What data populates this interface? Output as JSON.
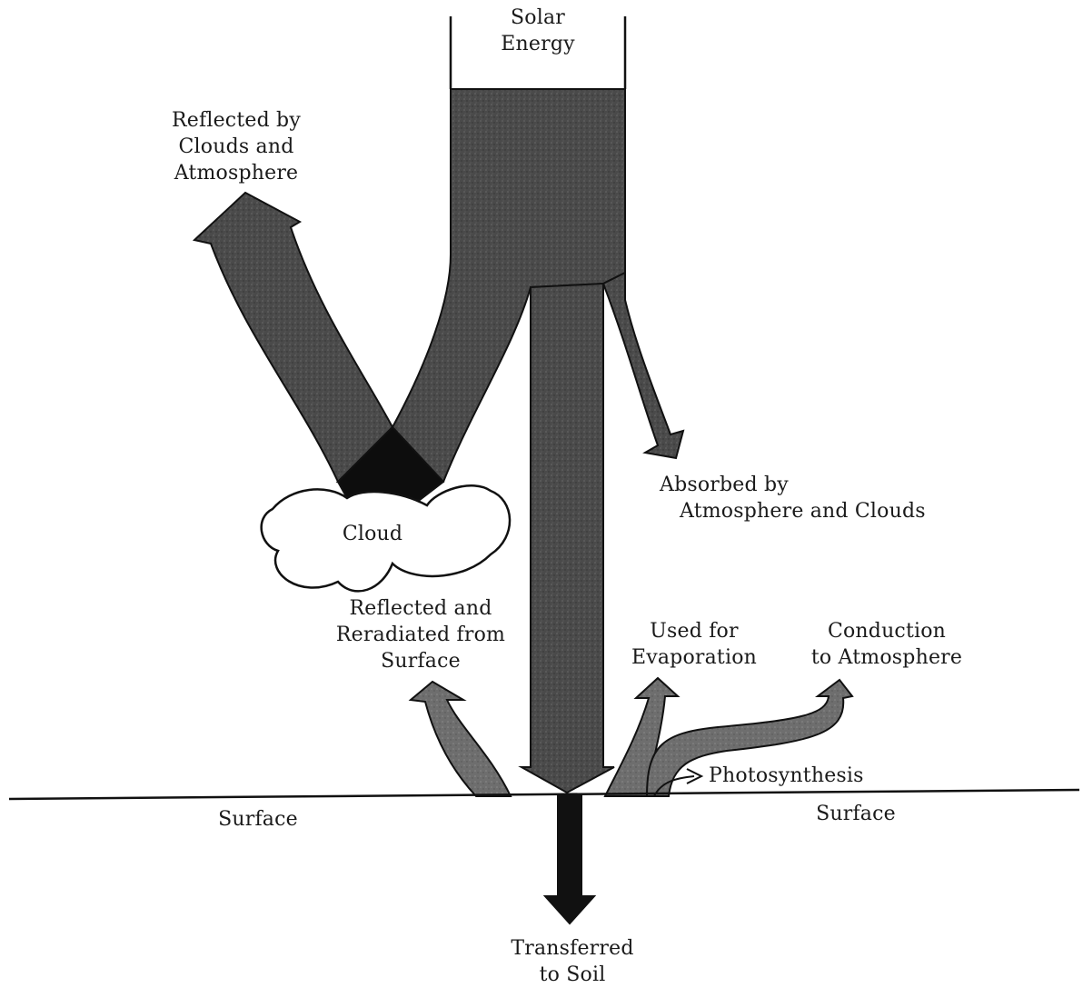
{
  "diagram": {
    "source": [
      "Solar",
      "Energy"
    ],
    "reflected_atmosphere": [
      "Reflected by",
      "Clouds and",
      "Atmosphere"
    ],
    "absorbed": [
      "Absorbed by",
      "Atmosphere and Clouds"
    ],
    "cloud": "Cloud",
    "reflected_surface": [
      "Reflected and",
      "Reradiated from",
      "Surface"
    ],
    "evaporation": [
      "Used for",
      "Evaporation"
    ],
    "conduction": [
      "Conduction",
      "to Atmosphere"
    ],
    "photosynthesis": "Photosynthesis",
    "surface_left": "Surface",
    "surface_right": "Surface",
    "soil": [
      "Transferred",
      "to Soil"
    ]
  }
}
